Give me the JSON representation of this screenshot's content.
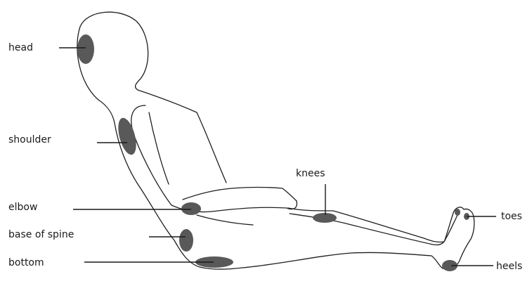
{
  "diagram": {
    "labels": {
      "head": "head",
      "shoulder": "shoulder",
      "elbow": "elbow",
      "base_of_spine": "base of spine",
      "bottom": "bottom",
      "knees": "knees",
      "toes": "toes",
      "heels": "heels"
    },
    "colors": {
      "outline": "#1f1f1f",
      "pressure_area": "#595959",
      "text": "#1a1a1a",
      "background": "#ffffff"
    }
  }
}
